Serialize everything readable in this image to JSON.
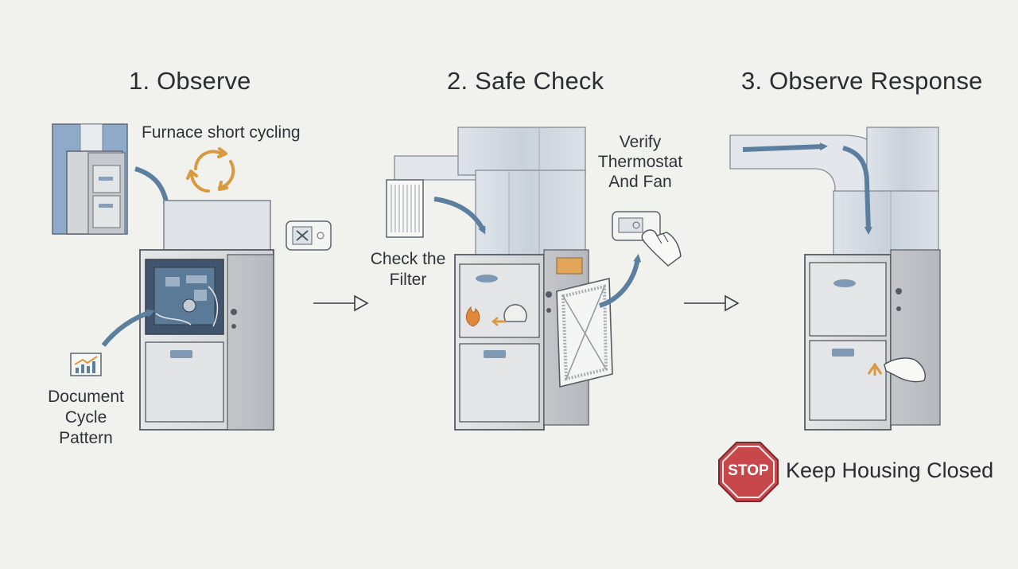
{
  "steps": [
    {
      "title": "1. Observe",
      "labels": {
        "cycling": "Furnace short cycling",
        "document": [
          "Document",
          "Cycle",
          "Pattern"
        ]
      }
    },
    {
      "title": "2. Safe Check",
      "labels": {
        "filter": [
          "Check the",
          "Filter"
        ],
        "thermostat": [
          "Verify",
          "Thermostat",
          "And Fan"
        ]
      }
    },
    {
      "title": "3. Observe Response",
      "labels": {
        "stop_sign": "STOP",
        "keep_closed": "Keep Housing Closed"
      }
    }
  ],
  "colors": {
    "background": "#f1f1ee",
    "arrow_blue": "#5d7f9f",
    "cycle_orange": "#d8993f",
    "stop_red": "#c8474a",
    "furnace_body": "#d9dadc",
    "duct": "#cfd6df"
  },
  "icons": [
    "cycle-arrows-icon",
    "thermostat-icon",
    "chart-icon",
    "flame-icon",
    "stop-sign-icon",
    "hand-icon"
  ]
}
